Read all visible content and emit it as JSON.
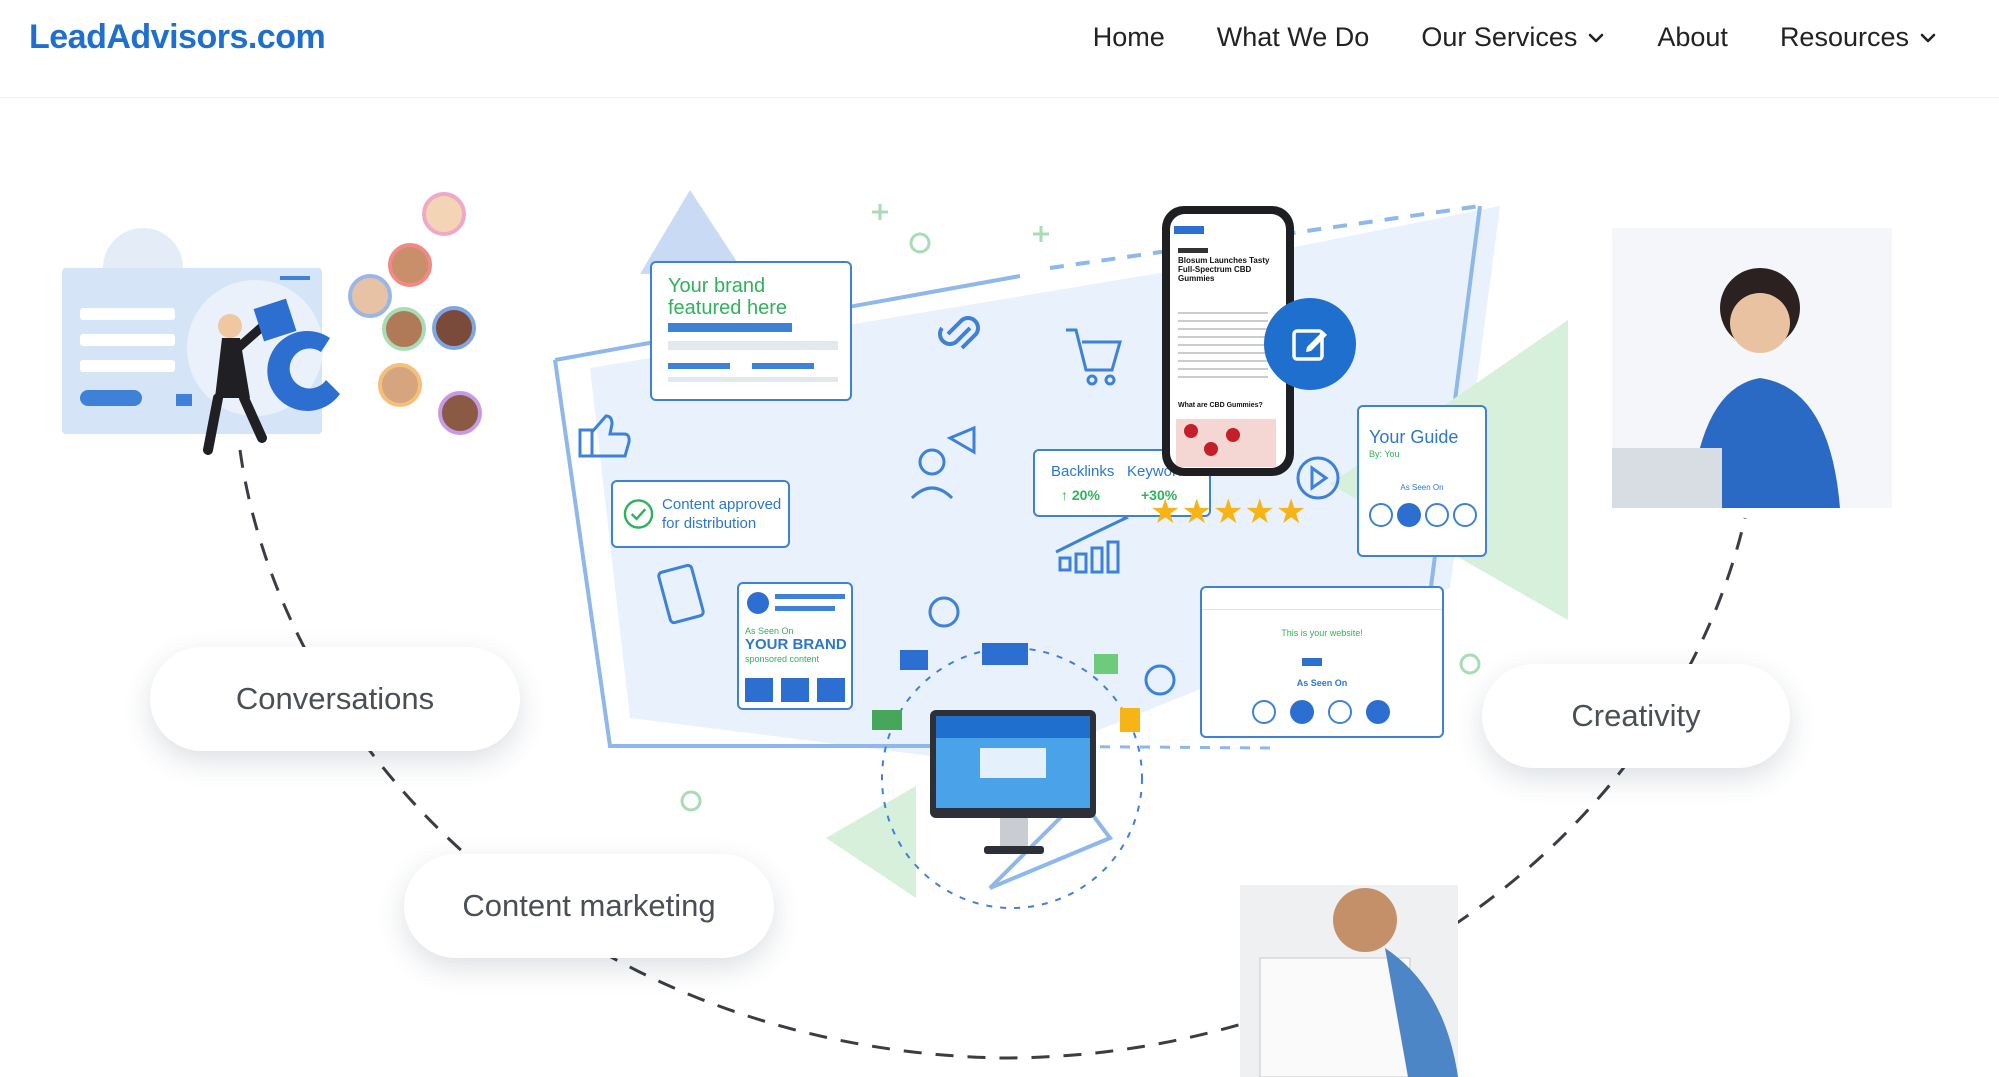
{
  "header": {
    "logo": "LeadAdvisors.com",
    "nav": [
      {
        "label": "Home",
        "has_dropdown": false
      },
      {
        "label": "What We Do",
        "has_dropdown": false
      },
      {
        "label": "Our Services",
        "has_dropdown": true
      },
      {
        "label": "About",
        "has_dropdown": false
      },
      {
        "label": "Resources",
        "has_dropdown": true
      }
    ]
  },
  "hero": {
    "pills": {
      "conversations": "Conversations",
      "content_marketing": "Content marketing",
      "creativity": "Creativity"
    },
    "cards": {
      "brand": "Your brand featured here",
      "approved": "Content approved for distribution",
      "stats": {
        "backlinks_label": "Backlinks",
        "backlinks_value": "↑ 20%",
        "keywords_label": "Keywords",
        "keywords_value": "+30%"
      },
      "guide": {
        "title": "Your Guide",
        "by": "By: You",
        "seen": "As Seen On"
      },
      "sponsor": {
        "seen": "As Seen On",
        "brand": "YOUR BRAND",
        "sub": "sponsored content"
      },
      "web": {
        "headline": "This is your website!",
        "seen": "As Seen On"
      }
    },
    "phone": {
      "headline": "Blosum Launches Tasty Full-Spectrum CBD Gummies",
      "question": "What are CBD Gummies?"
    },
    "rating": "★★★★★"
  },
  "colors": {
    "brand_blue": "#1f6fcf",
    "accent_green": "#2fb35a",
    "light_blue": "#e8f1fc",
    "star": "#f6b417"
  }
}
